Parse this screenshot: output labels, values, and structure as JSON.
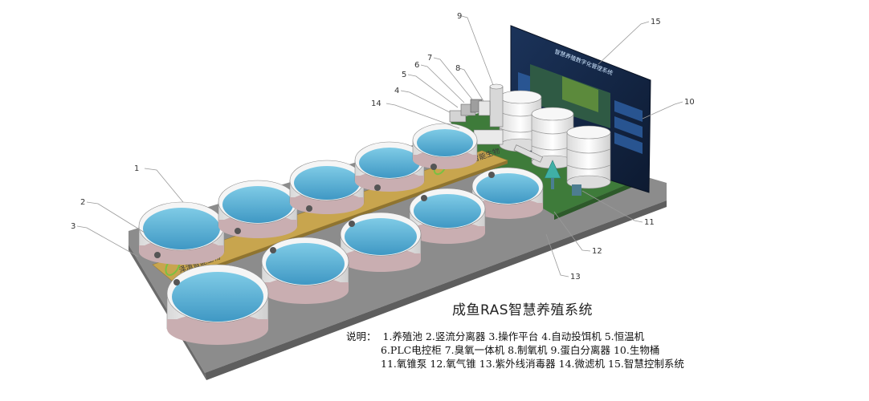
{
  "diagram": {
    "title": "成鱼RAS智慧养殖系统",
    "walkway_logo_text": "泽清智能生物",
    "screen_title": "智慧养殖数字化管理系统",
    "callouts": [
      "1",
      "2",
      "3",
      "4",
      "5",
      "6",
      "7",
      "8",
      "9",
      "10",
      "11",
      "12",
      "13",
      "14",
      "15"
    ],
    "legend": {
      "lead": "说明：",
      "rows": [
        [
          "1.养殖池",
          "2.竖流分离器",
          "3.操作平台",
          "4.自动投饵机",
          "5.恒温机"
        ],
        [
          "6.PLC电控柜",
          "7.臭氧一体机",
          "8.制氧机",
          "9.蛋白分离器",
          "10.生物桶"
        ],
        [
          "11.氧锥泵",
          "12.氧气锥",
          "13.紫外线消毒器",
          "14.微滤机",
          "15.智慧控制系统"
        ]
      ]
    },
    "colors": {
      "water": "#5fb6d8",
      "tank_wall": "#f2f2f2",
      "tank_base": "#c9aeb1",
      "walkway": "#c8a54e",
      "platform": "#8a8a8a",
      "grass": "#3f7a3a",
      "screen": "#13233f"
    }
  }
}
